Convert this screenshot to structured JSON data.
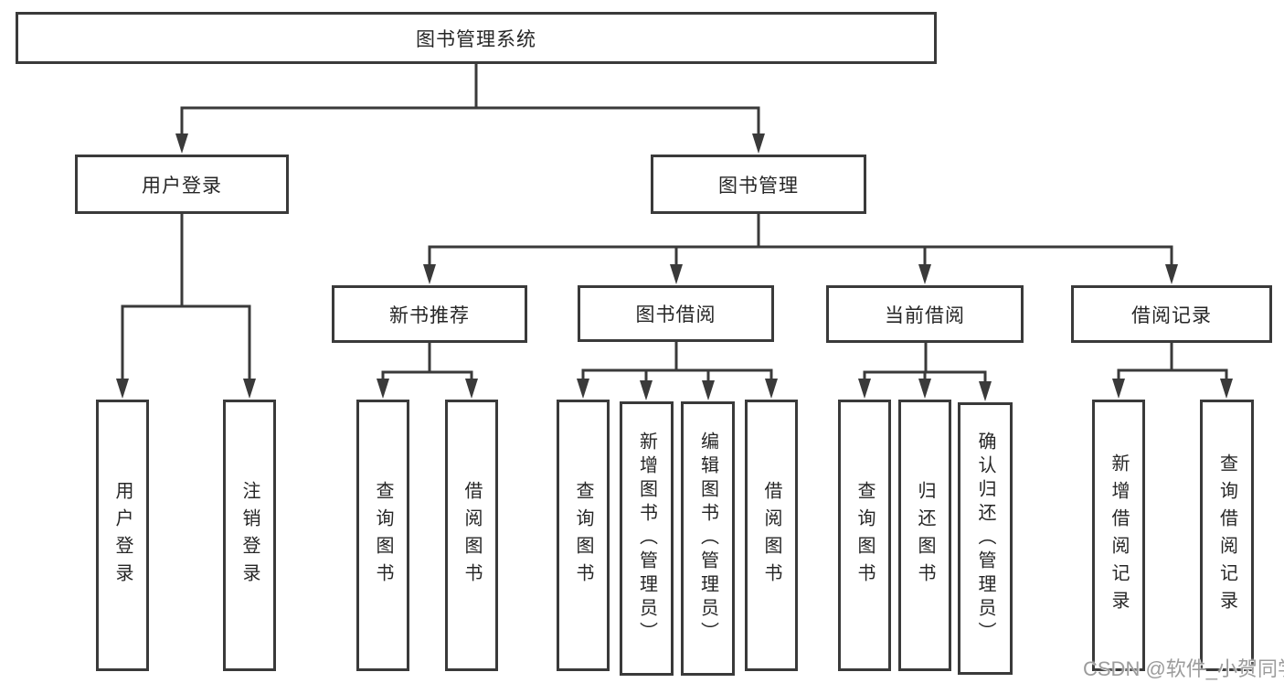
{
  "tree": {
    "root": {
      "label": "图书管理系统"
    },
    "children": [
      {
        "label": "用户登录",
        "children": [
          {
            "label": "用户登录"
          },
          {
            "label": "注销登录"
          }
        ]
      },
      {
        "label": "图书管理",
        "children": [
          {
            "label": "新书推荐",
            "children": [
              {
                "label": "查询图书"
              },
              {
                "label": "借阅图书"
              }
            ]
          },
          {
            "label": "图书借阅",
            "children": [
              {
                "label": "查询图书"
              },
              {
                "label": "新增图书（管理员）"
              },
              {
                "label": "编辑图书（管理员）"
              },
              {
                "label": "借阅图书"
              }
            ]
          },
          {
            "label": "当前借阅",
            "children": [
              {
                "label": "查询图书"
              },
              {
                "label": "归还图书"
              },
              {
                "label": "确认归还（管理员）"
              }
            ]
          },
          {
            "label": "借阅记录",
            "children": [
              {
                "label": "新增借阅记录"
              },
              {
                "label": "查询借阅记录"
              }
            ]
          }
        ]
      }
    ]
  },
  "watermark": {
    "text": "CSDN @软件_小贺同学"
  },
  "colors": {
    "line": "#3a3a3a",
    "border": "#3a3a3a",
    "text": "#262626",
    "watermark": "#9c9c9c",
    "background": "#ffffff"
  }
}
